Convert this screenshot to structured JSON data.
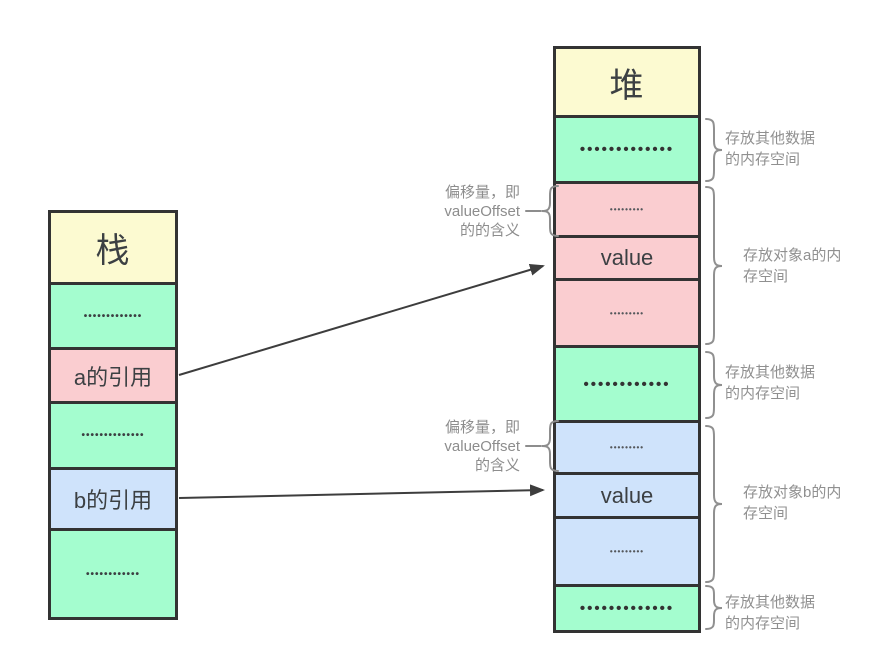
{
  "colors": {
    "header_fill": "#fcfad1",
    "other_data_fill": "#a4fdcf",
    "object_a_fill": "#facdd0",
    "object_b_fill": "#cfe3fb",
    "border": "#333333",
    "annotation_gray": "#909090",
    "arrow": "#3d3d3d"
  },
  "stack": {
    "title": "栈",
    "dots_top": "•••••••••••••",
    "a_ref": "a的引用",
    "dots_mid": "••••••••••••••",
    "b_ref": "b的引用",
    "dots_bottom": "••••••••••••"
  },
  "heap": {
    "title": "堆",
    "other_top": "•••••••••••••",
    "a_offset_dots": "•••••••••",
    "a_value": "value",
    "a_tail_dots": "•••••••••",
    "other_mid": "••••••••••••",
    "b_offset_dots": "•••••••••",
    "b_value": "value",
    "b_tail_dots": "•••••••••",
    "other_bottom": "•••••••••••••"
  },
  "right_annotations": [
    {
      "lines": [
        "存放其他数据",
        "的内存空间"
      ]
    },
    {
      "lines": [
        "存放对象a的内",
        "存空间"
      ]
    },
    {
      "lines": [
        "存放其他数据",
        "的内存空间"
      ]
    },
    {
      "lines": [
        "存放对象b的内",
        "存空间"
      ]
    },
    {
      "lines": [
        "存放其他数据",
        "的内存空间"
      ]
    }
  ],
  "offset_labels": [
    {
      "lines": [
        "偏移量，即",
        "valueOffset",
        "的的含义"
      ]
    },
    {
      "lines": [
        "偏移量，即",
        "valueOffset",
        "的含义"
      ]
    }
  ]
}
